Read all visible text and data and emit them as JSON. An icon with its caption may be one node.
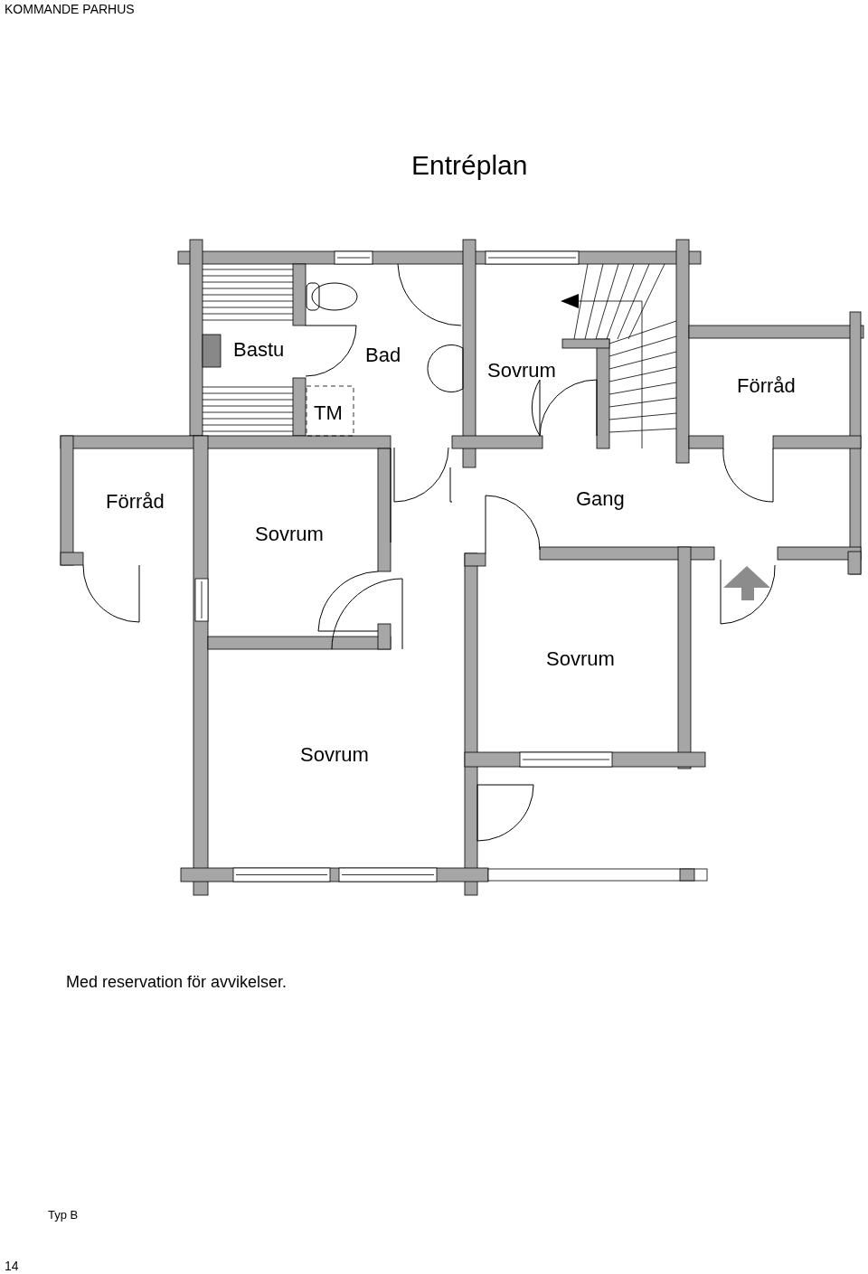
{
  "diagram": {
    "title": "Entréplan",
    "labels": [
      "KOMMANDE PARHUS",
      "Bastu",
      "Bad",
      "Sovrum",
      "Förråd",
      "TM",
      "Förråd",
      "Gang",
      "Sovrum",
      "Sovrum",
      "Sovrum",
      "Med reservation för avvikelser.",
      "Typ B",
      "14"
    ]
  }
}
